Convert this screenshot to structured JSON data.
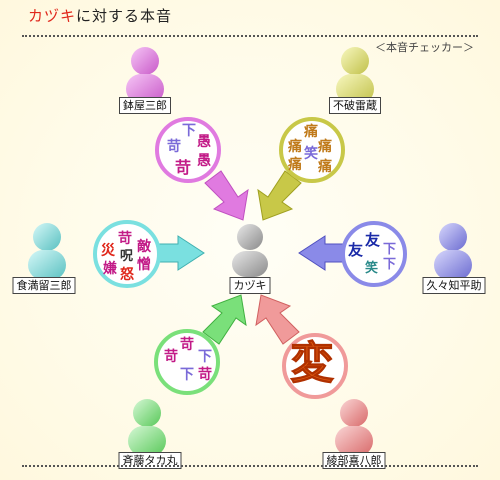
{
  "title": {
    "name": "カヅキ",
    "rest": "に対する本音"
  },
  "checker_label": "＜本音チェッカー＞",
  "center": {
    "name": "カヅキ"
  },
  "people": [
    {
      "id": "p1",
      "name": "鉢屋三郎",
      "color": "#d86ed8",
      "words": [
        "下",
        "愚",
        "苛",
        "愚",
        "苛"
      ],
      "word_colors": [
        "#7a6ad8",
        "#c21a87",
        "#7a6ad8",
        "#c21a87",
        "#c21a87"
      ]
    },
    {
      "id": "p2",
      "name": "不破雷蔵",
      "color": "#d8d86a",
      "words": [
        "痛",
        "痛",
        "痛",
        "笑",
        "痛",
        "痛"
      ],
      "word_colors": [
        "#c07a1a",
        "#c07a1a",
        "#c07a1a",
        "#7a6ad8",
        "#c07a1a",
        "#c07a1a"
      ]
    },
    {
      "id": "p3",
      "name": "食満留三郎",
      "color": "#7ad8d8",
      "words": [
        "苛",
        "敵",
        "災",
        "呪",
        "憎",
        "嫌",
        "怒"
      ],
      "word_colors": [
        "#c21a87",
        "#c21a87",
        "#e0271b",
        "#333333",
        "#c21a87",
        "#c21a87",
        "#e0271b"
      ]
    },
    {
      "id": "p4",
      "name": "久々知平助",
      "color": "#8a8ae0",
      "words": [
        "友",
        "友",
        "下",
        "笑",
        "下"
      ],
      "word_colors": [
        "#1a2aa8",
        "#1a2aa8",
        "#7a6ad8",
        "#2a8a8a",
        "#7a6ad8"
      ]
    },
    {
      "id": "p5",
      "name": "斉藤タカ丸",
      "color": "#7ae07a",
      "words": [
        "苛",
        "苛",
        "下",
        "下",
        "苛"
      ],
      "word_colors": [
        "#c21a87",
        "#c21a87",
        "#7a6ad8",
        "#7a6ad8",
        "#c21a87"
      ]
    },
    {
      "id": "p6",
      "name": "綾部喜八郎",
      "color": "#e88a8a",
      "words": [
        "変"
      ],
      "word_colors": [
        "#e05a10"
      ]
    }
  ]
}
